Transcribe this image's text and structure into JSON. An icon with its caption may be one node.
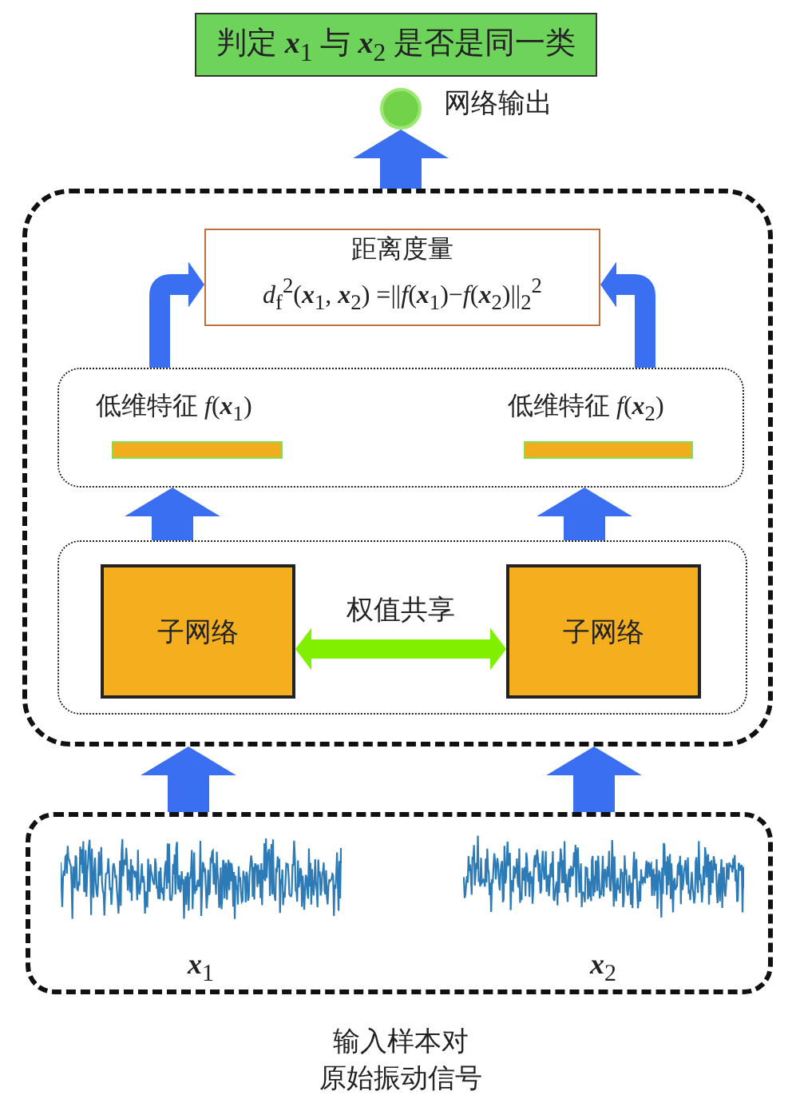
{
  "diagram": {
    "nodes": [
      {
        "text": [
          "判定 **x**$_{1}$ 与 **x**$_{2}$ 是否是同一类"
        ]
      },
      {
        "text": [],
        "shape": "circle",
        "beside": [
          "网络输出"
        ]
      },
      {
        "text": [],
        "shape": "box"
      },
      {
        "text": [
          "距离度量",
          "*d*$_{f}$$^{2}$(**x**$_{1}$, **x**$_{2}$) =||*f*(**x**$_{1}$)−*f*(**x**$_{2}$)||$_{2}$$^{2}$"
        ],
        "in": 2
      },
      {
        "text": [],
        "shape": "box",
        "in": 2
      },
      {
        "text": [
          "低维特征 *f*(**x**$_{1}$)"
        ],
        "in": 4
      },
      {
        "text": [],
        "shape": "bar",
        "in": 4
      },
      {
        "text": [
          "低维特征 *f*(**x**$_{2}$)"
        ],
        "in": 4
      },
      {
        "text": [],
        "shape": "bar",
        "in": 4
      },
      {
        "text": [],
        "shape": "box",
        "in": 2
      },
      {
        "text": [
          "子网络"
        ],
        "in": 9
      },
      {
        "text": [
          "子网络"
        ],
        "in": 9
      },
      {
        "text": [],
        "shape": "box"
      },
      {
        "text": [],
        "shape": "picture",
        "in": 12
      },
      {
        "text": [],
        "shape": "picture",
        "in": 12
      }
    ],
    "edges": [
      {
        "from": 12,
        "to": 2,
        "arrow": "to"
      },
      {
        "from": 12,
        "to": 2,
        "arrow": "to"
      },
      {
        "from": 9,
        "to": 4,
        "arrow": "to"
      },
      {
        "from": 9,
        "to": 4,
        "arrow": "to"
      },
      {
        "from": 4,
        "to": 3,
        "arrow": "to"
      },
      {
        "from": 4,
        "to": 3,
        "arrow": "to"
      },
      {
        "from": 10,
        "to": 11,
        "arrow": "both",
        "label": "权值共享",
        "color": "#80f000"
      },
      {
        "from": 2,
        "to": 1,
        "arrow": "to"
      }
    ],
    "labels": [
      "**x**$_{1}$",
      "**x**$_{2}$",
      "输入样本对",
      "原始振动信号"
    ]
  }
}
